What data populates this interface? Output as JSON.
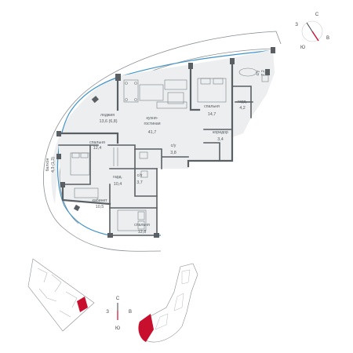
{
  "floor_plan": {
    "rooms": [
      {
        "id": "loggia",
        "name": "лоджия",
        "area": "13,6 (6,8)"
      },
      {
        "id": "balcony",
        "name": "балкон",
        "area": "4,3 (1,3)"
      },
      {
        "id": "kitchen",
        "name": "кухня-\nгостиная",
        "area": "41,7"
      },
      {
        "id": "bedroom1",
        "name": "спальня",
        "area": "14,7"
      },
      {
        "id": "bath1",
        "name": "с/у",
        "area": "7,2"
      },
      {
        "id": "wardrobe1",
        "name": "гард.",
        "area": "4,2"
      },
      {
        "id": "corridor",
        "name": "коридор",
        "area": "3,4"
      },
      {
        "id": "bath2",
        "name": "с/у",
        "area": "3,8"
      },
      {
        "id": "bedroom2",
        "name": "спальня",
        "area": "12,4"
      },
      {
        "id": "wardrobe2",
        "name": "гард.",
        "area": "10,4"
      },
      {
        "id": "bath3",
        "name": "с/у",
        "area": "3,7"
      },
      {
        "id": "study",
        "name": "кабинет",
        "area": "10,5"
      },
      {
        "id": "bedroom3",
        "name": "спальня",
        "area": "12,8"
      }
    ]
  },
  "compass_main": {
    "north": "С",
    "south": "Ю",
    "west": "З",
    "east": "В"
  },
  "compass_site": {
    "north": "С",
    "south": "Ю",
    "west": "З",
    "east": "В"
  },
  "colors": {
    "wall": "#5a5f63",
    "floor": "#eceeef",
    "accent": "#c8102e",
    "glass": "#3f93c9",
    "outline": "#8a8f93"
  }
}
